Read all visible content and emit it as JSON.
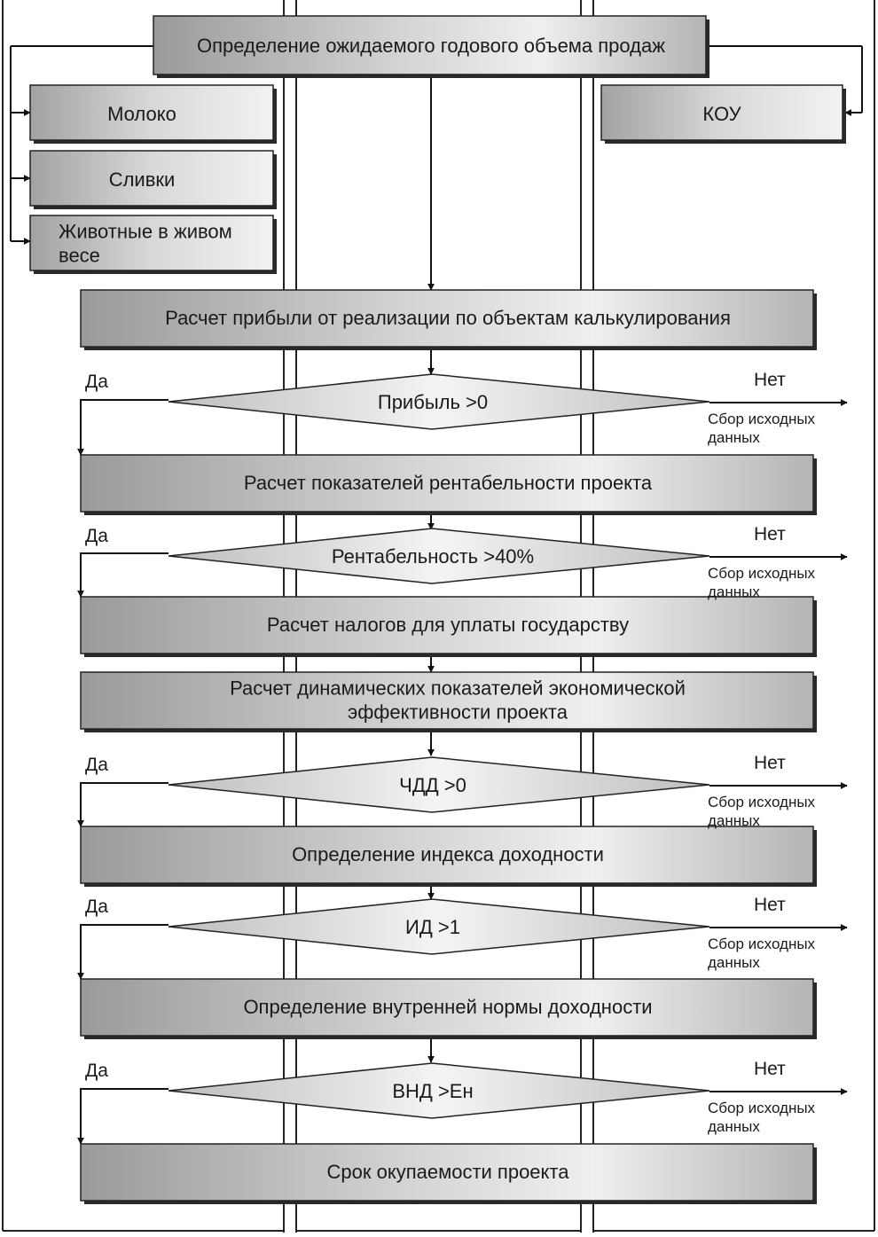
{
  "flowchart": {
    "top_box": "Определение ожидаемого годового объема продаж",
    "products": [
      "Молоко",
      "Сливки",
      "Животные в живом весе"
    ],
    "kou": "КОУ",
    "process_boxes": [
      "Расчет прибыли от реализации по объектам калькулирования",
      "Расчет показателей рентабельности проекта",
      "Расчет налогов для уплаты государству",
      "Расчет динамических показателей экономической эффективности проекта",
      "Определение индекса доходности",
      "Определение внутренней нормы доходности",
      "Срок окупаемости проекта"
    ],
    "decisions": [
      "Прибыль >0",
      "Рентабельность >40%",
      "ЧДД >0",
      "ИД >1",
      "ВНД >Ен"
    ],
    "yes_label": "Да",
    "no_label": "Нет",
    "no_target": "Сбор исходных данных"
  }
}
